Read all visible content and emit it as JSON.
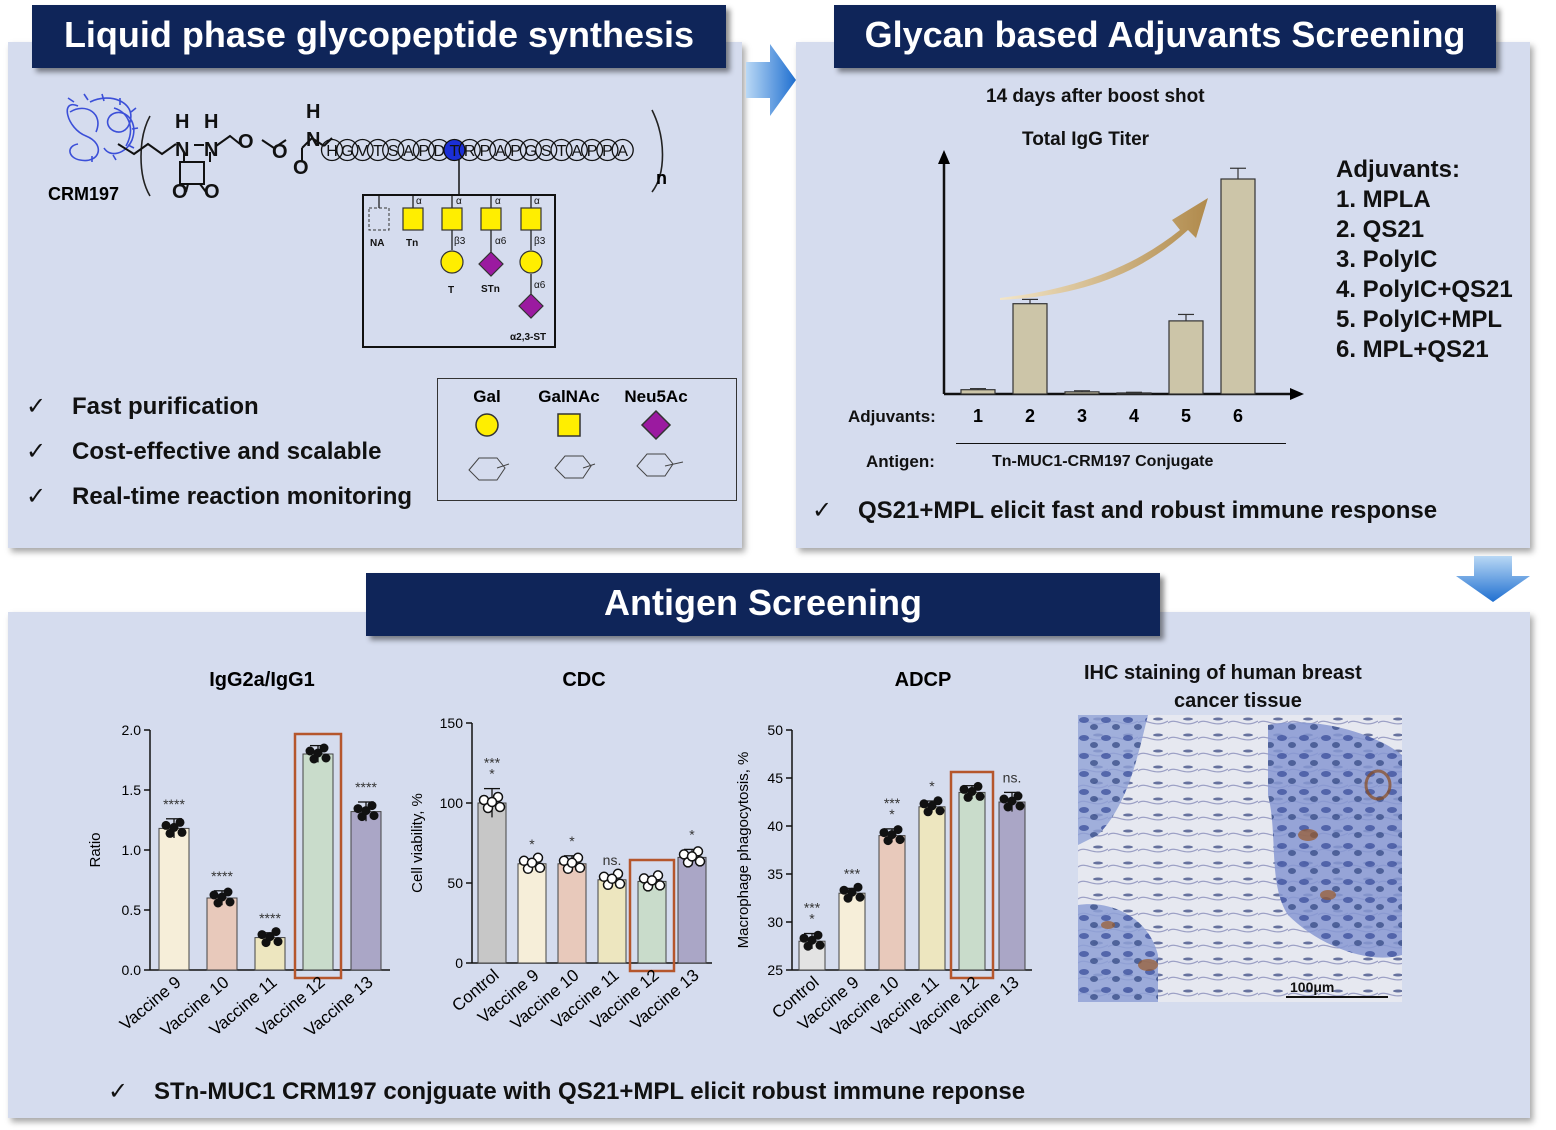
{
  "synthesis": {
    "title": "Liquid phase glycopeptide synthesis",
    "carrier": "CRM197",
    "peptide": [
      "H",
      "G",
      "V",
      "T",
      "S",
      "A",
      "P",
      "D",
      "T",
      "R",
      "P",
      "A",
      "P",
      "G",
      "S",
      "T",
      "A",
      "P",
      "P",
      "A"
    ],
    "repeat": "n",
    "glycans": [
      {
        "label": "NA",
        "linkage": ""
      },
      {
        "label": "Tn",
        "linkage": "α"
      },
      {
        "label": "T",
        "linkage": "β3"
      },
      {
        "label": "STn",
        "linkage": "α6"
      },
      {
        "label": "α2,3-ST",
        "linkage": "α6"
      }
    ],
    "linkage_alpha": "α",
    "checks": [
      "Fast purification",
      "Cost-effective and scalable",
      "Real-time reaction monitoring"
    ],
    "legend": [
      {
        "name": "Gal",
        "shape": "yellow-circle",
        "color": "#ffee00"
      },
      {
        "name": "GalNAc",
        "shape": "yellow-square",
        "color": "#ffee00"
      },
      {
        "name": "Neu5Ac",
        "shape": "purple-diamond",
        "color": "#9b1aa0"
      }
    ]
  },
  "adjuvants_panel": {
    "title": "Glycan based Adjuvants Screening",
    "subtitle": "14 days after boost shot",
    "chart_title": "Total IgG Titer",
    "xaxis_label": "Adjuvants:",
    "antigen_label": "Antigen:",
    "antigen_name": "Tn-MUC1-CRM197 Conjugate",
    "legend_title": "Adjuvants:",
    "legend_items": [
      "1. MPLA",
      "2. QS21",
      "3. PolyIC",
      "4. PolyIC+QS21",
      "5. PolyIC+MPL",
      "6. MPL+QS21"
    ],
    "conclusion": "QS21+MPL elicit fast and robust immune response"
  },
  "antigen_panel": {
    "title": "Antigen Screening",
    "ihc_title_line1": "IHC staining of human breast",
    "ihc_title_line2": "cancer tissue",
    "scale_bar": "100μm",
    "conclusion": "STn-MUC1 CRM197 conjguate with QS21+MPL elicit robust immune reponse"
  },
  "chart_data": [
    {
      "type": "bar",
      "title": "Total IgG Titer",
      "xlabel": "Adjuvants:",
      "ylabel": "",
      "categories": [
        "1",
        "2",
        "3",
        "4",
        "5",
        "6"
      ],
      "values": [
        0.02,
        0.42,
        0.01,
        0.005,
        0.34,
        1.0
      ],
      "errors": [
        0.005,
        0.02,
        0.005,
        0.003,
        0.03,
        0.05
      ],
      "bar_color": "#ccc5a8"
    },
    {
      "type": "bar",
      "title": "IgG2a/IgG1",
      "ylabel": "Ratio",
      "categories": [
        "Vaccine 9",
        "Vaccine 10",
        "Vaccine 11",
        "Vaccine 12",
        "Vaccine 13"
      ],
      "values": [
        1.18,
        0.6,
        0.27,
        1.8,
        1.32
      ],
      "errors": [
        0.08,
        0.06,
        0.04,
        0.07,
        0.08
      ],
      "ylim": [
        0,
        2.0
      ],
      "yticks": [
        "0.0",
        "0.5",
        "1.0",
        "1.5",
        "2.0"
      ],
      "significance": [
        "****",
        "****",
        "****",
        "",
        "****"
      ],
      "highlight": "Vaccine 12",
      "colors": [
        "#f6eed9",
        "#e8c9bb",
        "#ede6bf",
        "#c9dccb",
        "#aaa6c6"
      ]
    },
    {
      "type": "bar",
      "title": "CDC",
      "ylabel": "Cell viability, %",
      "categories": [
        "Control",
        "Vaccine 9",
        "Vaccine 10",
        "Vaccine 11",
        "Vaccine 12",
        "Vaccine 13"
      ],
      "values": [
        100,
        62,
        62,
        52,
        51,
        66
      ],
      "errors": [
        9,
        3,
        5,
        3,
        3,
        5
      ],
      "ylim": [
        0,
        150
      ],
      "yticks": [
        "0",
        "50",
        "100",
        "150"
      ],
      "significance": [
        "***\n*",
        "*",
        "*",
        "ns.",
        "",
        "*"
      ],
      "highlight": "Vaccine 12",
      "colors": [
        "#c7c7c7",
        "#f6eed9",
        "#e8c9bb",
        "#ede6bf",
        "#c9dccb",
        "#aaa6c6"
      ]
    },
    {
      "type": "bar",
      "title": "ADCP",
      "ylabel": "Macrophage phagocytosis, %",
      "categories": [
        "Control",
        "Vaccine 9",
        "Vaccine 10",
        "Vaccine 11",
        "Vaccine 12",
        "Vaccine 13"
      ],
      "values": [
        28,
        33,
        39,
        42,
        43.5,
        42.5
      ],
      "errors": [
        0.8,
        0.5,
        0.7,
        0.6,
        0.7,
        1
      ],
      "ylim": [
        25,
        50
      ],
      "yticks": [
        "25",
        "30",
        "35",
        "40",
        "45",
        "50"
      ],
      "significance": [
        "***\n*",
        "***",
        "***\n*",
        "*",
        "",
        "ns."
      ],
      "highlight": "Vaccine 12",
      "colors": [
        "#e3e3e3",
        "#f6eed9",
        "#e8c9bb",
        "#ede6bf",
        "#c9dccb",
        "#aaa6c6"
      ]
    }
  ]
}
